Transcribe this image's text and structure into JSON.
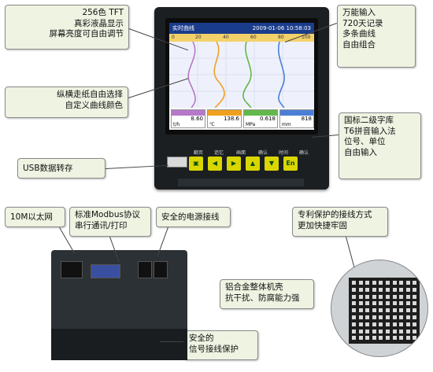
{
  "callouts": {
    "display": [
      "256色 TFT",
      "真彩液晶显示",
      "屏幕亮度可自由调节"
    ],
    "input": [
      "万能输入",
      "720天记录",
      "多条曲线",
      "自由组合"
    ],
    "curves": [
      "纵横走纸自由选择",
      "自定义曲线颜色"
    ],
    "charset": [
      "国标二级字库",
      "T6拼音输入法",
      "位号、单位",
      "自由输入"
    ],
    "usb": [
      "USB数据转存"
    ],
    "ethernet": [
      "10M以太网"
    ],
    "modbus": [
      "标准Modbus协议",
      "串行通讯/打印"
    ],
    "power": [
      "安全的电源接线"
    ],
    "patent": [
      "专利保护的接线方式",
      "更加快捷牢固"
    ],
    "shell": [
      "铝合金整体机壳",
      "抗干扰、防腐能力强"
    ],
    "signal": [
      "安全的",
      "信号接线保护"
    ]
  },
  "screen": {
    "title": "实时曲线",
    "datetime": "2009-01-06  10:58:03",
    "scale_ticks": [
      "0",
      "20",
      "40",
      "60",
      "80",
      "100"
    ],
    "channels": [
      {
        "value": "8.60",
        "unit": "t/h",
        "color": "#b678c9"
      },
      {
        "value": "138.6",
        "unit": "℃",
        "color": "#f0a020"
      },
      {
        "value": "0.618",
        "unit": "MPa",
        "color": "#62b84a"
      },
      {
        "value": "818",
        "unit": "mm",
        "color": "#4a7fd6"
      }
    ]
  },
  "keys": {
    "labels": [
      "翻页",
      "追忆",
      "画面",
      "确认",
      "时间",
      "确认"
    ],
    "enter": "En"
  }
}
